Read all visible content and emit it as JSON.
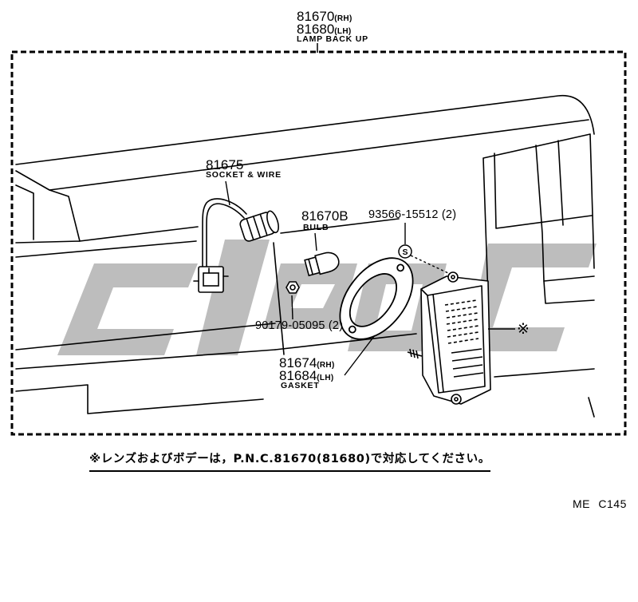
{
  "diagram": {
    "title": {
      "pnc_rh": "81670",
      "rh_suffix": "(RH)",
      "pnc_lh": "81680",
      "lh_suffix": "(LH)",
      "name": "LAMP BACK UP"
    },
    "socket_wire": {
      "pnc": "81675",
      "name": "SOCKET & WIRE"
    },
    "bulb": {
      "pnc": "81670B",
      "name": "BULB"
    },
    "screw": {
      "pnc": "93566-15512 (2)",
      "symbol": "S"
    },
    "nut": {
      "pnc": "90179-05095 (2)"
    },
    "gasket": {
      "pnc_rh": "81674",
      "rh_suffix": "(RH)",
      "pnc_lh": "81684",
      "lh_suffix": "(LH)",
      "name": "GASKET"
    },
    "lens_body_mark": "※"
  },
  "footnote": {
    "text": "※レンズおよびボデーは，P.N.C.81670(81680)で対応してください。"
  },
  "figure_code": "ME C145",
  "colors": {
    "line": "#000000",
    "watermark": "#bdbdbd",
    "background": "#ffffff"
  }
}
